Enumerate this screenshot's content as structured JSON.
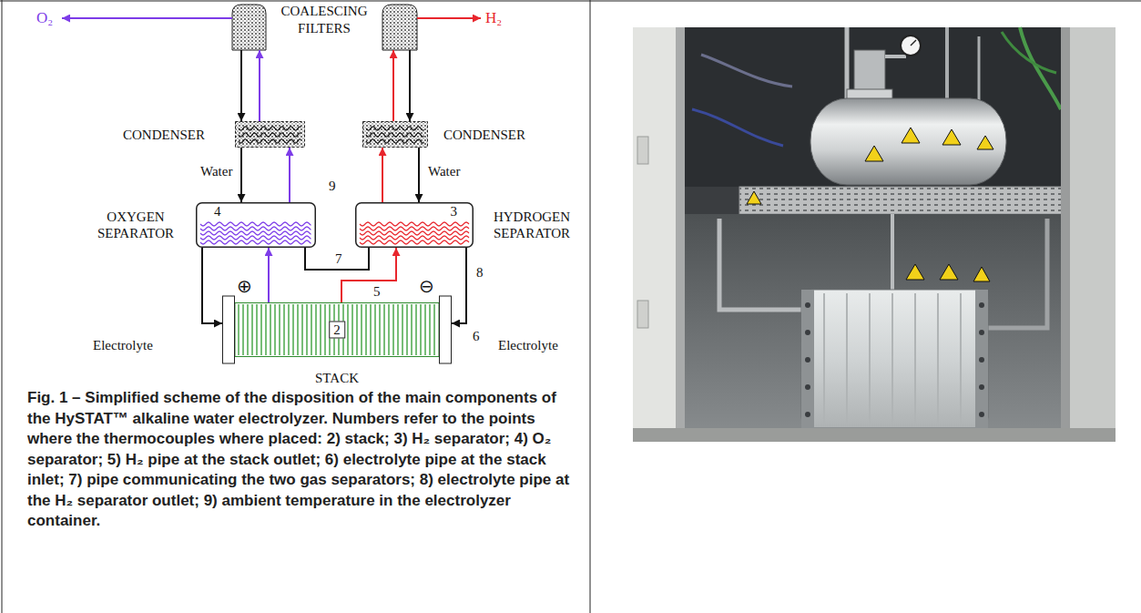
{
  "diagram": {
    "caption": "Fig. 1 – Simplified scheme of the disposition of the main components of the HySTAT™ alkaline water electrolyzer. Numbers refer to the points where the thermocouples where placed: 2) stack; 3) H₂ separator; 4) O₂ separator; 5) H₂ pipe at the stack outlet; 6) electrolyte pipe at the stack inlet; 7) pipe communicating the two gas separators; 8) electrolyte pipe at the H₂ separator outlet; 9) ambient temperature in the electrolyzer container.",
    "nodes": [
      {
        "text": [
          "CONDENSER"
        ]
      },
      {
        "text": [
          "CONDENSER"
        ]
      },
      {
        "text": [
          "OXYGEN SEPARATOR",
          "4"
        ]
      },
      {
        "text": [
          "HYDROGEN SEPARATOR",
          "3"
        ]
      },
      {
        "text": [
          "2",
          "STACK"
        ]
      }
    ],
    "edges": [
      {
        "from": 0,
        "to": 2,
        "arrow": "to",
        "label": "Water"
      },
      {
        "from": 2,
        "to": 0,
        "arrow": "to"
      },
      {
        "from": 3,
        "to": 1,
        "arrow": "to"
      },
      {
        "from": 1,
        "to": 3,
        "arrow": "to",
        "label": "Water"
      },
      {
        "from": 2,
        "to": 4,
        "arrow": "to",
        "label": "Electrolyte"
      },
      {
        "from": 3,
        "to": 4,
        "arrow": "to",
        "label": "Electrolyte"
      },
      {
        "from": 4,
        "to": 2,
        "arrow": "to"
      },
      {
        "from": 4,
        "to": 3,
        "arrow": "to"
      },
      {
        "from": 2,
        "to": 3,
        "arrow": "none",
        "label": "7"
      }
    ],
    "labels": [
      "O₂",
      "COALESCING FILTERS",
      "H₂",
      "9",
      "8",
      "⊕",
      "5",
      "⊖",
      "6"
    ]
  }
}
